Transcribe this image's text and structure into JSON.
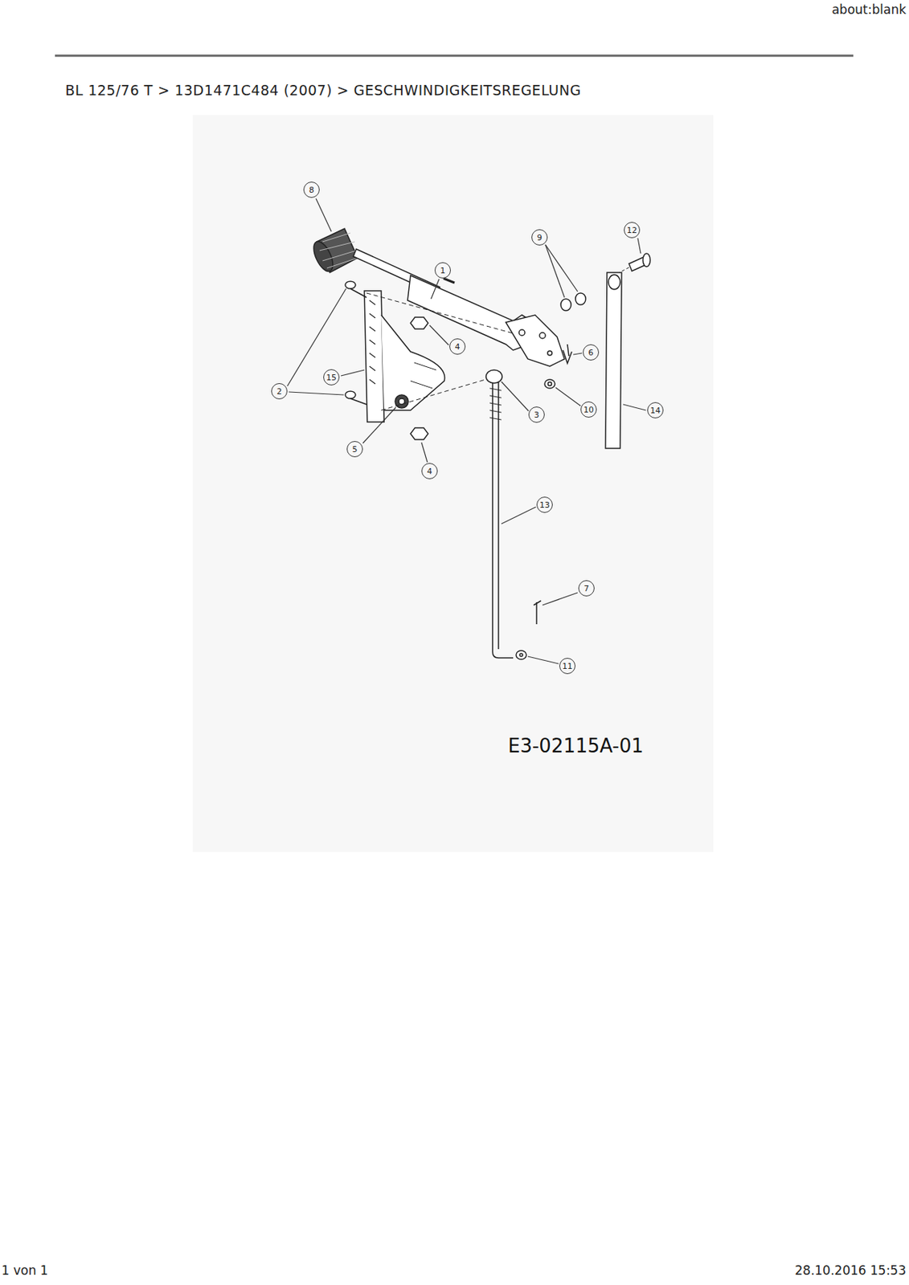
{
  "diagram": {
    "title": "BL 125/76 T  >  13D1471C484 (2007)  >  GESCHWINDIGKEITSREGELUNG",
    "labels": [
      "about:blank",
      "8",
      "12",
      "9",
      "1",
      "4",
      "6",
      "15",
      "2",
      "10",
      "14",
      "3",
      "5",
      "4",
      "13",
      "7",
      "11",
      "E3-02115A-01",
      "1 von 1",
      "28.10.2016 15:53"
    ]
  }
}
